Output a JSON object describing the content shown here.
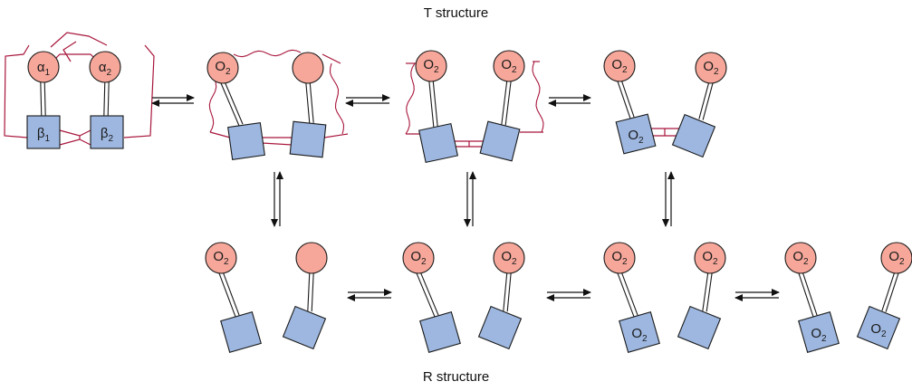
{
  "titles": {
    "t_structure": "T structure",
    "r_structure": "R structure"
  },
  "subunit_labels": {
    "alpha": "α",
    "beta": "β",
    "index_1": "1",
    "index_2": "2"
  },
  "oxygen": {
    "symbol": "O",
    "subscript": "2"
  },
  "colors": {
    "alpha_fill": "#f6a79a",
    "beta_fill": "#9db7e0",
    "salt_bridge": "#a8163c",
    "outline": "#1a1a1a",
    "arrow": "#111111"
  },
  "states": {
    "t": [
      {
        "name": "deoxy",
        "o2_alpha": [
          false,
          false
        ],
        "o2_beta": [
          false,
          false
        ],
        "salt_bridges": "full"
      },
      {
        "name": "one-o2",
        "o2_alpha": [
          true,
          false
        ],
        "o2_beta": [
          false,
          false
        ],
        "salt_bridges": "loosened"
      },
      {
        "name": "two-o2",
        "o2_alpha": [
          true,
          true
        ],
        "o2_beta": [
          false,
          false
        ],
        "salt_bridges": "loosened"
      },
      {
        "name": "three-o2",
        "o2_alpha": [
          true,
          true
        ],
        "o2_beta": [
          true,
          false
        ],
        "salt_bridges": "minimal"
      }
    ],
    "r": [
      {
        "name": "one-o2",
        "o2_alpha": [
          true,
          false
        ],
        "o2_beta": [
          false,
          false
        ]
      },
      {
        "name": "two-o2",
        "o2_alpha": [
          true,
          true
        ],
        "o2_beta": [
          false,
          false
        ]
      },
      {
        "name": "three-o2",
        "o2_alpha": [
          true,
          true
        ],
        "o2_beta": [
          true,
          false
        ]
      },
      {
        "name": "four-o2",
        "o2_alpha": [
          true,
          true
        ],
        "o2_beta": [
          true,
          true
        ]
      }
    ]
  }
}
